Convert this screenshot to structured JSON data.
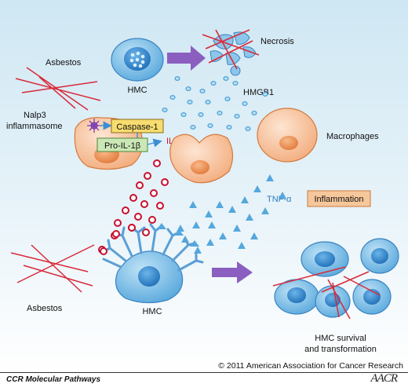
{
  "labels": {
    "asbestos_top": "Asbestos",
    "hmc_top": "HMC",
    "necrosis": "Necrosis",
    "hmgb1": "HMGB1",
    "nalp3": "Nalp3",
    "inflammasome": "inflammasome",
    "caspase1": "Caspase-1",
    "pro_il1b": "Pro-IL-1β",
    "il1b": "IL-1β",
    "macrophages": "Macrophages",
    "tnf_alpha": "TNF-α",
    "inflammation": "Inflammation",
    "asbestos_bottom": "Asbestos",
    "hmc_bottom": "HMC",
    "hmc_survival_1": "HMC survival",
    "hmc_survival_2": "and transformation",
    "copyright": "© 2011 American Association for Cancer Research"
  },
  "footer": {
    "journal": "CCR Molecular Pathways",
    "logo": "AACR"
  },
  "colors": {
    "background_top": "#d7ecf6",
    "background_bottom": "#ffffff",
    "cell_blue": "#8cc6ea",
    "nucleus_blue": "#3b8fd3",
    "macrophage_orange": "#f7c7a0",
    "nucleus_orange": "#f29b5c",
    "asbestos_red": "#d92a3a",
    "il1b_red": "#c8102e",
    "hmgb1_blue": "#6fb8e2",
    "tnf_blue": "#55a8dc",
    "arrow_purple": "#8a5fc0",
    "caspase_yellow": "#f7dc6f",
    "pro_il1b_green": "#cbe7b5",
    "inflammation_box": "#f6c79a"
  }
}
